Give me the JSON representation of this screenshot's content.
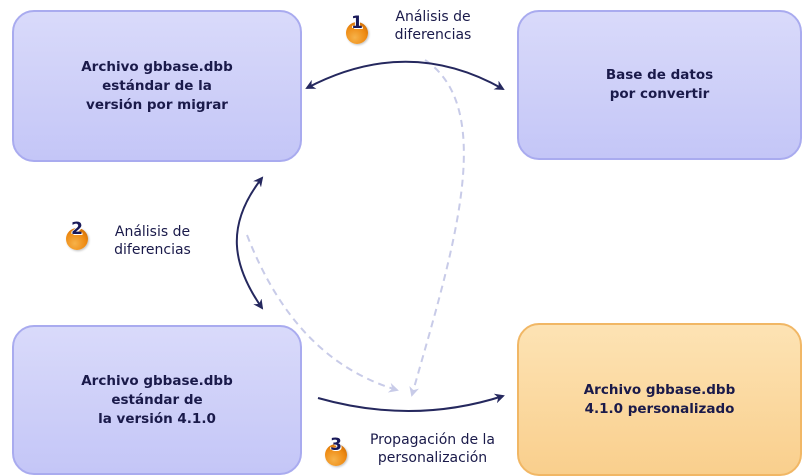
{
  "boxes": {
    "top_left": "Archivo gbbase.dbb\nestándar de la\nversión por migrar",
    "top_right": "Base de datos\npor convertir",
    "bottom_left": "Archivo gbbase.dbb\nestándar de\nla versión 4.1.0",
    "bottom_right": "Archivo gbbase.dbb\n4.1.0 personalizado"
  },
  "steps": [
    {
      "number": "1",
      "label": "Análisis de\ndiferencias"
    },
    {
      "number": "2",
      "label": "Análisis de\ndiferencias"
    },
    {
      "number": "3",
      "label": "Propagación de la\npersonalización"
    }
  ],
  "colors": {
    "box_blue": "#c8caf8",
    "box_orange": "#fbd79a",
    "arrow_solid": "#25285e",
    "arrow_dashed": "#c8cbe8",
    "step_badge": "#ee8a12"
  }
}
